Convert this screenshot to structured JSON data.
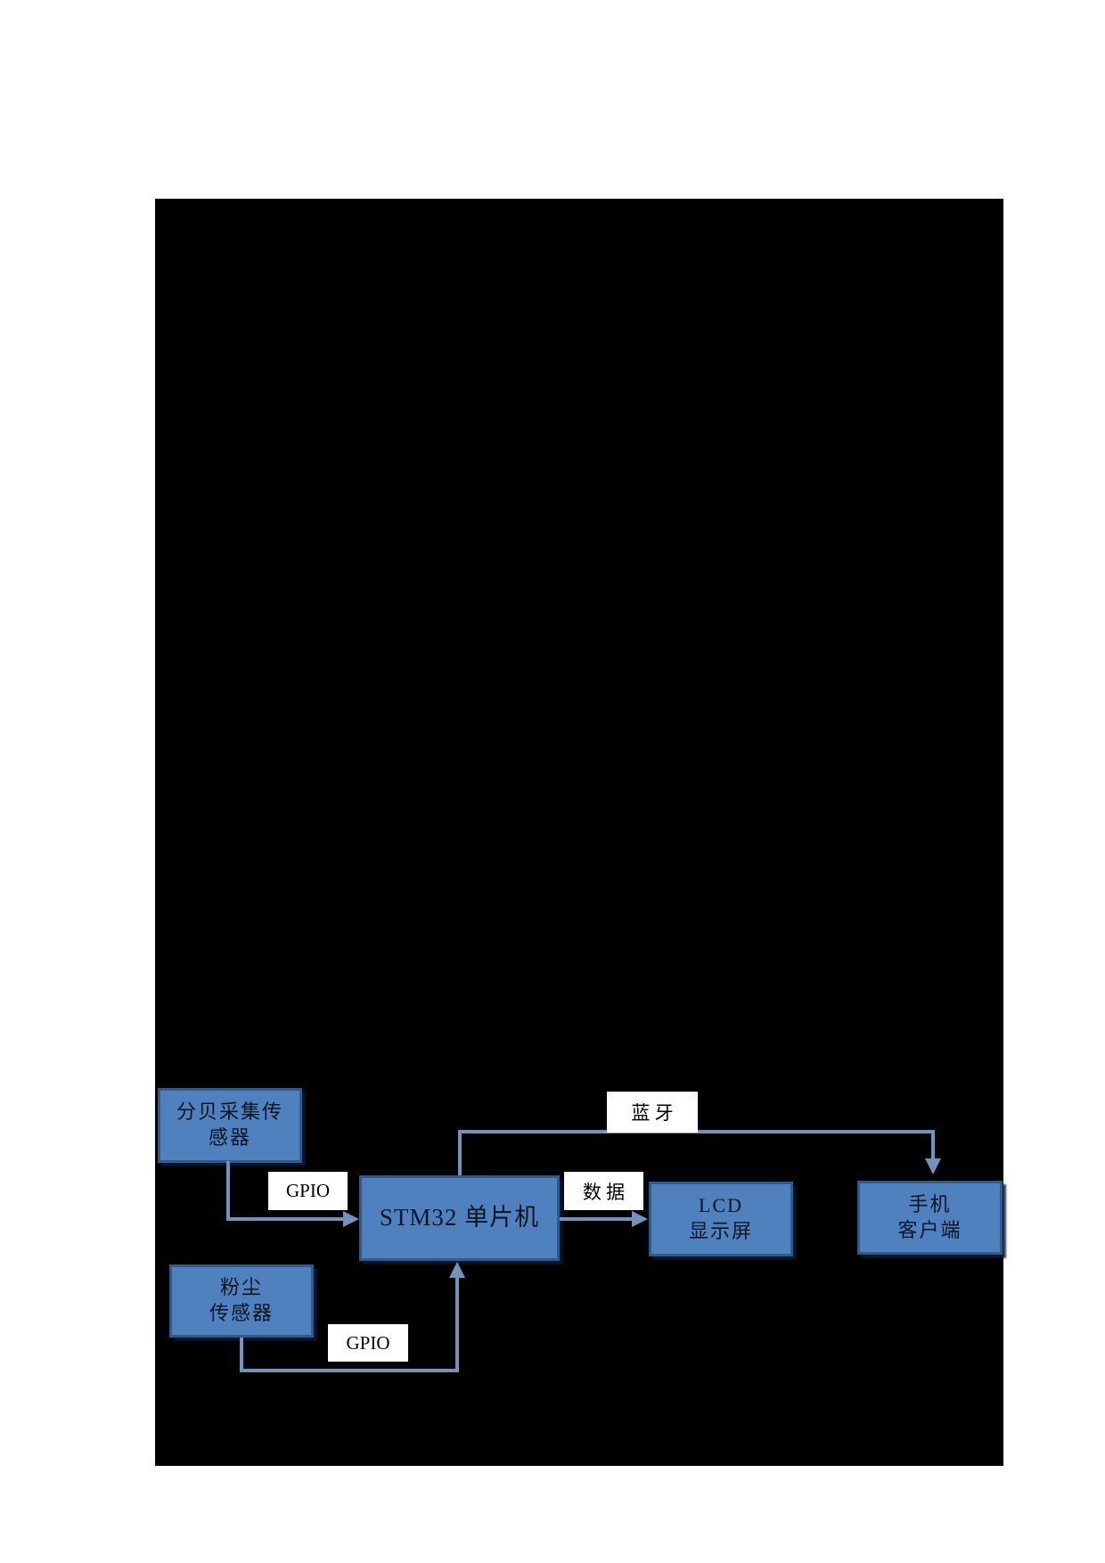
{
  "colors": {
    "page_background": "#ffffff",
    "redacted_region": "#000000",
    "node_fill": "#4E81BD",
    "node_border": "#2F5A8C",
    "node_text": "#0a1524",
    "connector": "#7293BE",
    "edge_label_background": "#ffffff",
    "edge_label_text": "#000000"
  },
  "nodes": {
    "decibel_sensor": {
      "line1": "分贝采集传",
      "line2": "感器"
    },
    "dust_sensor": {
      "line1": "粉尘",
      "line2": "传感器"
    },
    "stm32": {
      "line1": "STM32 单片机"
    },
    "lcd": {
      "line1": "LCD",
      "line2": "显示屏"
    },
    "phone": {
      "line1": "手机",
      "line2": "客户端"
    }
  },
  "edge_labels": {
    "gpio_top": "GPIO",
    "gpio_bottom": "GPIO",
    "data": "数 据",
    "bluetooth": "蓝 牙"
  }
}
